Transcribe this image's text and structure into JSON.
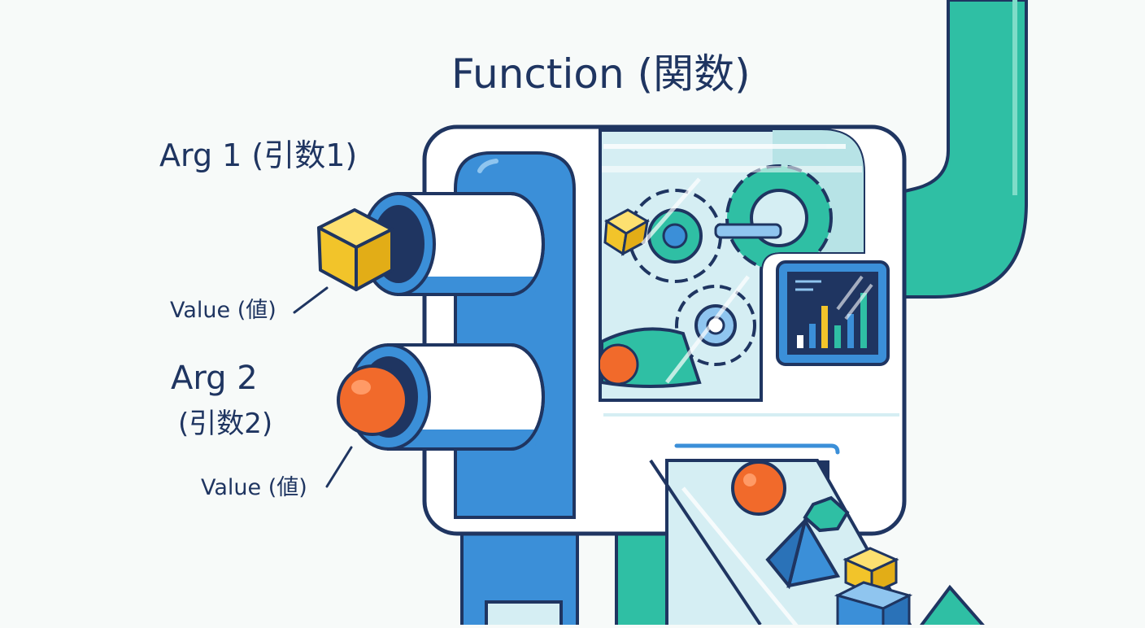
{
  "diagram": {
    "title": "Function (関数)",
    "inputs": [
      {
        "name": "Arg 1 (引数1)",
        "value_label": "Value (値)",
        "value_shape": "cube-icon"
      },
      {
        "name_line1": "Arg 2",
        "name_line2": "(引数2)",
        "value_label": "Value (値)",
        "value_shape": "sphere-icon"
      }
    ],
    "colors": {
      "navy": "#1f3561",
      "blue": "#3b8fd8",
      "teal": "#2fbfa4",
      "glass": "#d5eef3",
      "yellow": "#f2c42a",
      "orange": "#f16a2b"
    }
  }
}
